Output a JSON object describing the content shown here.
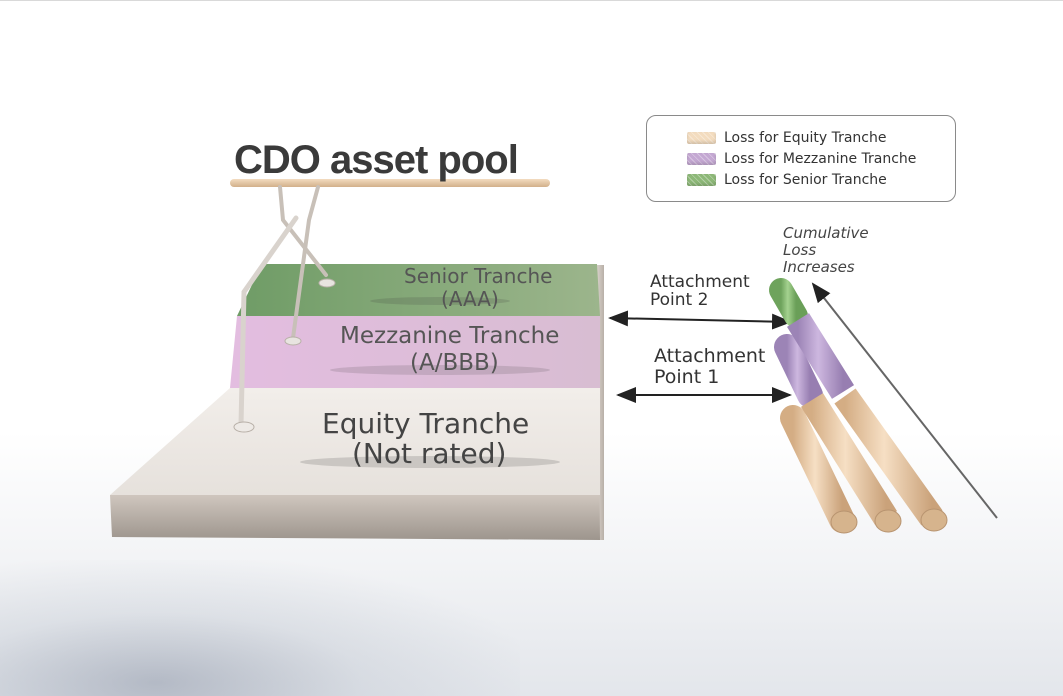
{
  "title": "CDO asset pool",
  "tranches": {
    "senior": {
      "name": "Senior Tranche",
      "rating": "(AAA)"
    },
    "mezzanine": {
      "name": "Mezzanine Tranche",
      "rating": "(A/BBB)"
    },
    "equity": {
      "name": "Equity Tranche",
      "rating": "(Not rated)"
    }
  },
  "attachment_points": {
    "ap2": {
      "line1": "Attachment",
      "line2": "Point 2"
    },
    "ap1": {
      "line1": "Attachment",
      "line2": "Point 1"
    }
  },
  "cumulative_loss": {
    "line1": "Cumulative",
    "line2": "Loss",
    "line3": "Increases"
  },
  "legend": [
    {
      "label": "Loss for Equity Tranche",
      "color": "#f3dcbf"
    },
    {
      "label": "Loss for Mezzanine Tranche",
      "color": "#c4a8d2"
    },
    {
      "label": "Loss for Senior Tranche",
      "color": "#8db878"
    }
  ],
  "colors": {
    "senior": "#86a878",
    "mezzanine": "#ddbad8",
    "equity": "#ebe6e0",
    "equity_loss": "#e7c8a2",
    "mezz_loss": "#b89ccd",
    "senior_loss": "#8fbf7c"
  }
}
